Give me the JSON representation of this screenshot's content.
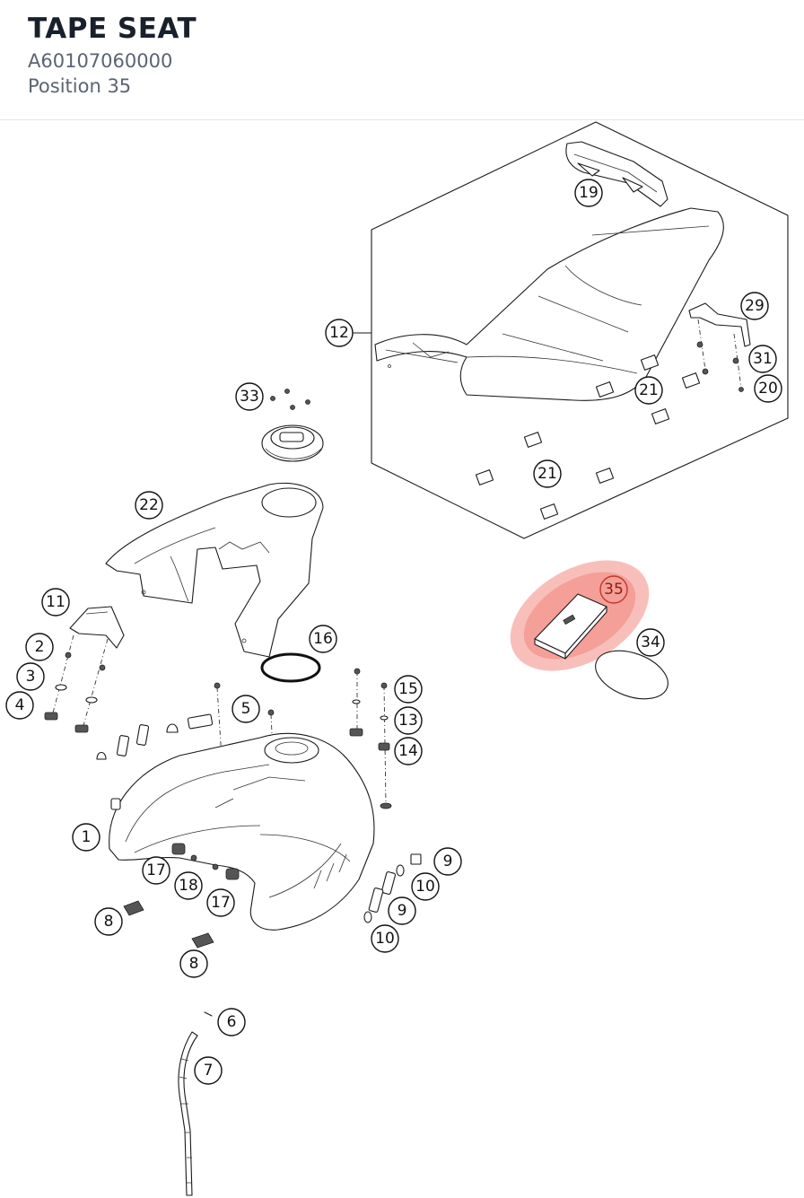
{
  "header": {
    "title": "TAPE SEAT",
    "part_number": "A60107060000",
    "position": "Position 35"
  },
  "diagram": {
    "highlight_color": "#f28b82",
    "callouts": [
      "19",
      "12",
      "29",
      "31",
      "20",
      "21",
      "21",
      "33",
      "22",
      "11",
      "2",
      "3",
      "4",
      "16",
      "35",
      "34",
      "5",
      "15",
      "13",
      "14",
      "1",
      "17",
      "18",
      "17",
      "9",
      "10",
      "9",
      "10",
      "8",
      "8",
      "6",
      "7"
    ]
  }
}
